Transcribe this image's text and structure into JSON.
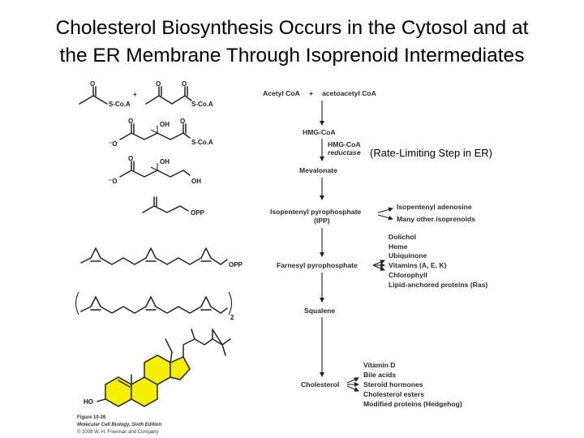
{
  "title": {
    "line1": "Cholesterol Biosynthesis Occurs in the Cytosol and at",
    "line2": "the ER Membrane Through Isoprenoid Intermediates"
  },
  "annotation": "(Rate-Limiting Step in ER)",
  "pathway": {
    "step1_left": "Acetyl CoA",
    "step1_plus": "+",
    "step1_right": "acetoacetyl CoA",
    "hmg_coa": "HMG-CoA",
    "enzyme_line1": "HMG-CoA",
    "enzyme_line2": "reductase",
    "mevalonate": "Mevalonate",
    "ipp_line1": "Isopentenyl pyrophosphate",
    "ipp_line2": "(IPP)",
    "farnesyl": "Farnesyl pyrophosphate",
    "squalene": "Squalene",
    "cholesterol": "Cholesterol"
  },
  "ipp_products": [
    "Isopentenyl adenosine",
    "Many other isoprenoids"
  ],
  "farnesyl_products": [
    "Dolichol",
    "Heme",
    "Ubiquinone",
    "Vitamins (A, E, K)",
    "Chlorophyll",
    "Lipid-anchored proteins (Ras)"
  ],
  "cholesterol_products": [
    "Vitamin D",
    "Bile acids",
    "Steroid hormones",
    "Cholesterol esters",
    "Modified proteins (Hedgehog)"
  ],
  "structures": {
    "o": "O",
    "oh": "OH",
    "ominus": "⁻O",
    "sco_a": "S-Co.A",
    "plus": "+",
    "opp": "OPP",
    "ho": "HO",
    "subscript_2": "2"
  },
  "figure_caption": {
    "line1": "Figure 10-26",
    "line2": "Molecular Cell Biology, Sixth Edition",
    "line3": "© 2008 W. H. Freeman and Company"
  },
  "colors": {
    "steroid_fill": "#f5f000",
    "text": "#2a2a2a",
    "background": "#ffffff"
  }
}
